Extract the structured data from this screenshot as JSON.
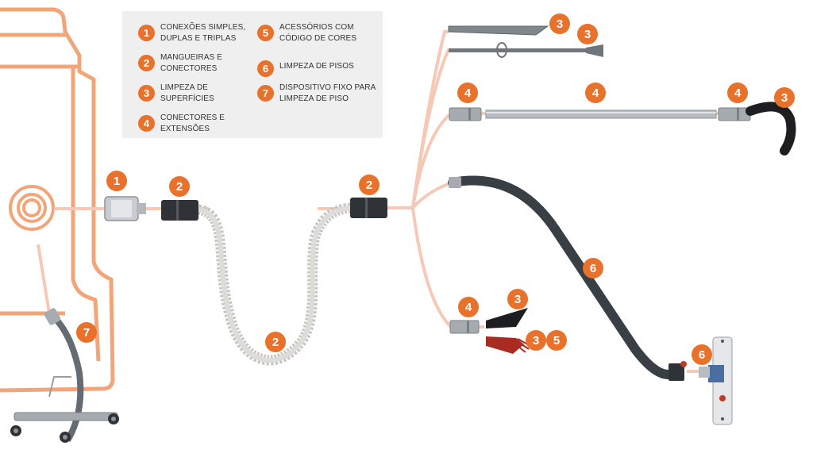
{
  "colors": {
    "accent": "#e8712b",
    "machine_outline": "#f3a57a",
    "guide_line": "#f6c9b6",
    "legend_bg": "#efefef",
    "steel": "#8e9499",
    "dark_hose": "#3a3f45"
  },
  "legend": [
    {
      "num": "1",
      "label": "CONEXÕES SIMPLES,\nDUPLAS E TRIPLAS"
    },
    {
      "num": "2",
      "label": "MANGUEIRAS E\nCONECTORES"
    },
    {
      "num": "3",
      "label": "LIMPEZA DE\nSUPERFÍCIES"
    },
    {
      "num": "4",
      "label": "CONECTORES E\nEXTENSÕES"
    },
    {
      "num": "5",
      "label": "ACESSÓRIOS COM\nCÓDIGO DE CORES"
    },
    {
      "num": "6",
      "label": "LIMPEZA DE PISOS"
    },
    {
      "num": "7",
      "label": "DISPOSITIVO FIXO PARA\nLIMPEZA DE PISO"
    }
  ],
  "callouts": [
    {
      "num": "1",
      "part": "triple-connection"
    },
    {
      "num": "2",
      "part": "hose-connector-left"
    },
    {
      "num": "2",
      "part": "hose-connector-right"
    },
    {
      "num": "2",
      "part": "flexible-hose"
    },
    {
      "num": "3",
      "part": "crevice-nozzle"
    },
    {
      "num": "3",
      "part": "wand-nozzle"
    },
    {
      "num": "4",
      "part": "extension-connector-left"
    },
    {
      "num": "4",
      "part": "extension-tube"
    },
    {
      "num": "4",
      "part": "extension-connector-right"
    },
    {
      "num": "3",
      "part": "curved-nozzle"
    },
    {
      "num": "6",
      "part": "floor-hose"
    },
    {
      "num": "4",
      "part": "small-connector"
    },
    {
      "num": "3",
      "part": "black-nozzle"
    },
    {
      "num": "3",
      "part": "red-brush"
    },
    {
      "num": "5",
      "part": "color-coded-brush"
    },
    {
      "num": "6",
      "part": "floor-tool"
    },
    {
      "num": "7",
      "part": "fixed-floor-device"
    }
  ]
}
